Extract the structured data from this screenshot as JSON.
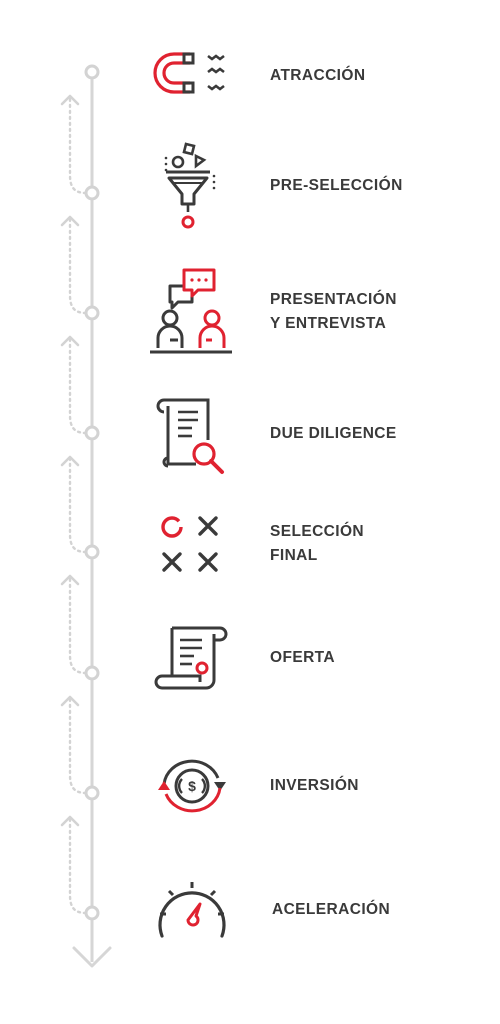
{
  "colors": {
    "accent": "#e02230",
    "dark": "#3a3a3a",
    "timeline": "#d3d3d3"
  },
  "steps": [
    {
      "lines": [
        "ATRACCIÓN"
      ],
      "icon": "magnet-icon"
    },
    {
      "lines": [
        "PRE-SELECCIÓN"
      ],
      "icon": "funnel-icon"
    },
    {
      "lines": [
        "PRESENTACIÓN",
        "Y ENTREVISTA"
      ],
      "icon": "interview-icon"
    },
    {
      "lines": [
        "DUE DILIGENCE"
      ],
      "icon": "document-search-icon"
    },
    {
      "lines": [
        "SELECCIÓN",
        "FINAL"
      ],
      "icon": "tic-tac-toe-icon"
    },
    {
      "lines": [
        "OFERTA"
      ],
      "icon": "contract-icon"
    },
    {
      "lines": [
        "INVERSIÓN"
      ],
      "icon": "investment-cycle-icon"
    },
    {
      "lines": [
        "ACELERACIÓN"
      ],
      "icon": "speedometer-icon"
    }
  ]
}
